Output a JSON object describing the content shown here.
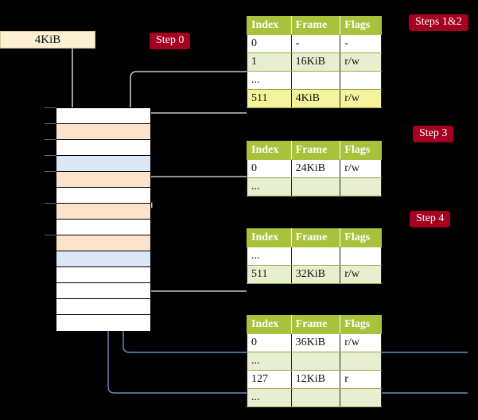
{
  "source": {
    "label": "4KiB"
  },
  "badges": {
    "steps12": "Steps 1&2",
    "step0": "Step 0",
    "step3": "Step 3",
    "step4": "Step 4"
  },
  "memory": {
    "name": "physical-memory-frames",
    "row_count": 14,
    "rows": [
      {
        "fill": "white"
      },
      {
        "fill": "orange"
      },
      {
        "fill": "white"
      },
      {
        "fill": "blue"
      },
      {
        "fill": "orange"
      },
      {
        "fill": "white"
      },
      {
        "fill": "orange"
      },
      {
        "fill": "white"
      },
      {
        "fill": "orange"
      },
      {
        "fill": "blue"
      },
      {
        "fill": "white"
      },
      {
        "fill": "white"
      },
      {
        "fill": "white"
      },
      {
        "fill": "white"
      }
    ],
    "colors": {
      "orange": "#fde3cc",
      "blue": "#dbe7f7",
      "white": "#ffffff"
    }
  },
  "tables": [
    {
      "name": "page-table-level-1",
      "headers": [
        "Index",
        "Frame",
        "Flags"
      ],
      "rows": [
        {
          "cells": [
            "0",
            "-",
            "-"
          ],
          "style": "plain",
          "highlight": false
        },
        {
          "cells": [
            "1",
            "16KiB",
            "r/w"
          ],
          "style": "alt",
          "highlight": false
        },
        {
          "cells": [
            "...",
            "",
            ""
          ],
          "style": "plain",
          "highlight": false
        },
        {
          "cells": [
            "511",
            "4KiB",
            "r/w"
          ],
          "style": "alt",
          "highlight": true
        }
      ]
    },
    {
      "name": "page-table-level-2",
      "headers": [
        "Index",
        "Frame",
        "Flags"
      ],
      "rows": [
        {
          "cells": [
            "0",
            "24KiB",
            "r/w"
          ],
          "style": "plain",
          "highlight": false
        },
        {
          "cells": [
            "...",
            "",
            ""
          ],
          "style": "alt",
          "highlight": false
        }
      ]
    },
    {
      "name": "page-table-level-3",
      "headers": [
        "Index",
        "Frame",
        "Flags"
      ],
      "rows": [
        {
          "cells": [
            "...",
            "",
            ""
          ],
          "style": "plain",
          "highlight": false
        },
        {
          "cells": [
            "511",
            "32KiB",
            "r/w"
          ],
          "style": "alt",
          "highlight": false
        }
      ]
    },
    {
      "name": "page-table-level-4",
      "headers": [
        "Index",
        "Frame",
        "Flags"
      ],
      "rows": [
        {
          "cells": [
            "0",
            "36KiB",
            "r/w"
          ],
          "style": "plain",
          "highlight": false
        },
        {
          "cells": [
            "...",
            "",
            ""
          ],
          "style": "alt",
          "highlight": false
        },
        {
          "cells": [
            "127",
            "12KiB",
            "r"
          ],
          "style": "plain",
          "highlight": false
        },
        {
          "cells": [
            "...",
            "",
            ""
          ],
          "style": "alt",
          "highlight": false
        }
      ]
    }
  ],
  "colors": {
    "badge_background": "#a50021",
    "badge_text": "#ffffff",
    "table_header": "#a9c23c",
    "table_alt_row": "#e8eed0",
    "highlight": "#f5f39b",
    "source_box": "#fcefd2",
    "wire_gray": "#c4c4c4",
    "wire_blue": "#6b8fc4",
    "background": "#000000"
  }
}
